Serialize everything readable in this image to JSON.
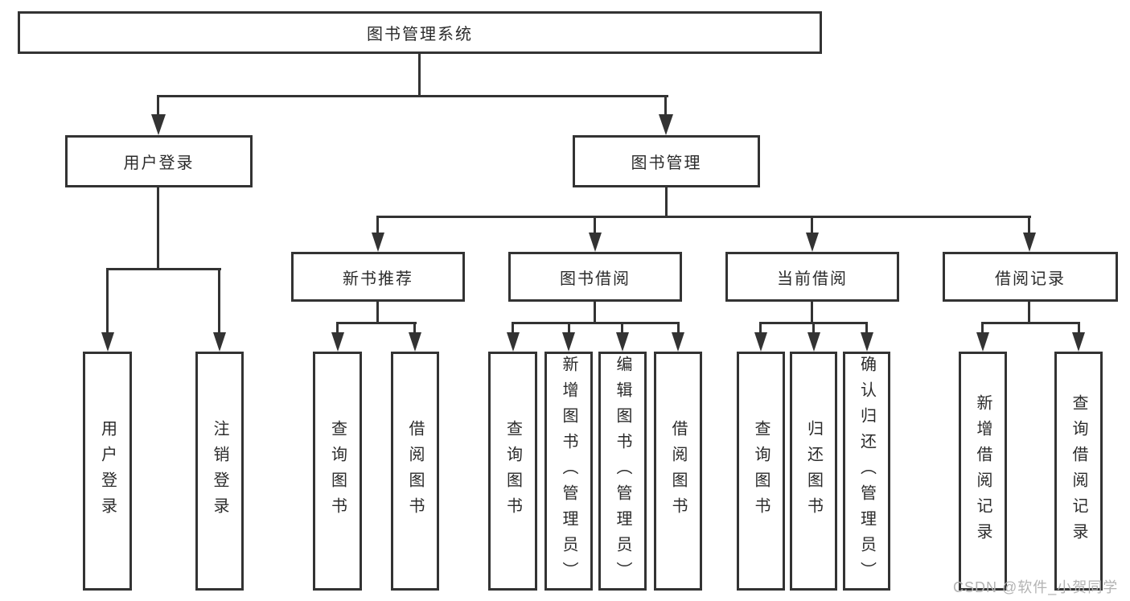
{
  "colors": {
    "line": "#333333",
    "box_border": "#333333",
    "box_fill": "#ffffff",
    "text": "#2b2b2b",
    "watermark_text": "#b3b3b3",
    "background": "#ffffff"
  },
  "tree": {
    "root": {
      "label": "图书管理系统"
    },
    "branches": [
      {
        "label": "用户登录",
        "leaves": [
          {
            "label": "用户登录"
          },
          {
            "label": "注销登录"
          }
        ]
      },
      {
        "label": "图书管理",
        "groups": [
          {
            "label": "新书推荐",
            "leaves": [
              {
                "label": "查询图书"
              },
              {
                "label": "借阅图书"
              }
            ]
          },
          {
            "label": "图书借阅",
            "leaves": [
              {
                "label": "查询图书"
              },
              {
                "label": "新增图书（管理员）"
              },
              {
                "label": "编辑图书（管理员）"
              },
              {
                "label": "借阅图书"
              }
            ]
          },
          {
            "label": "当前借阅",
            "leaves": [
              {
                "label": "查询图书"
              },
              {
                "label": "归还图书"
              },
              {
                "label": "确认归还（管理员）"
              }
            ]
          },
          {
            "label": "借阅记录",
            "leaves": [
              {
                "label": "新增借阅记录"
              },
              {
                "label": "查询借阅记录"
              }
            ]
          }
        ]
      }
    ]
  },
  "watermark": {
    "text": "CSDN @软件_小贺同学"
  }
}
